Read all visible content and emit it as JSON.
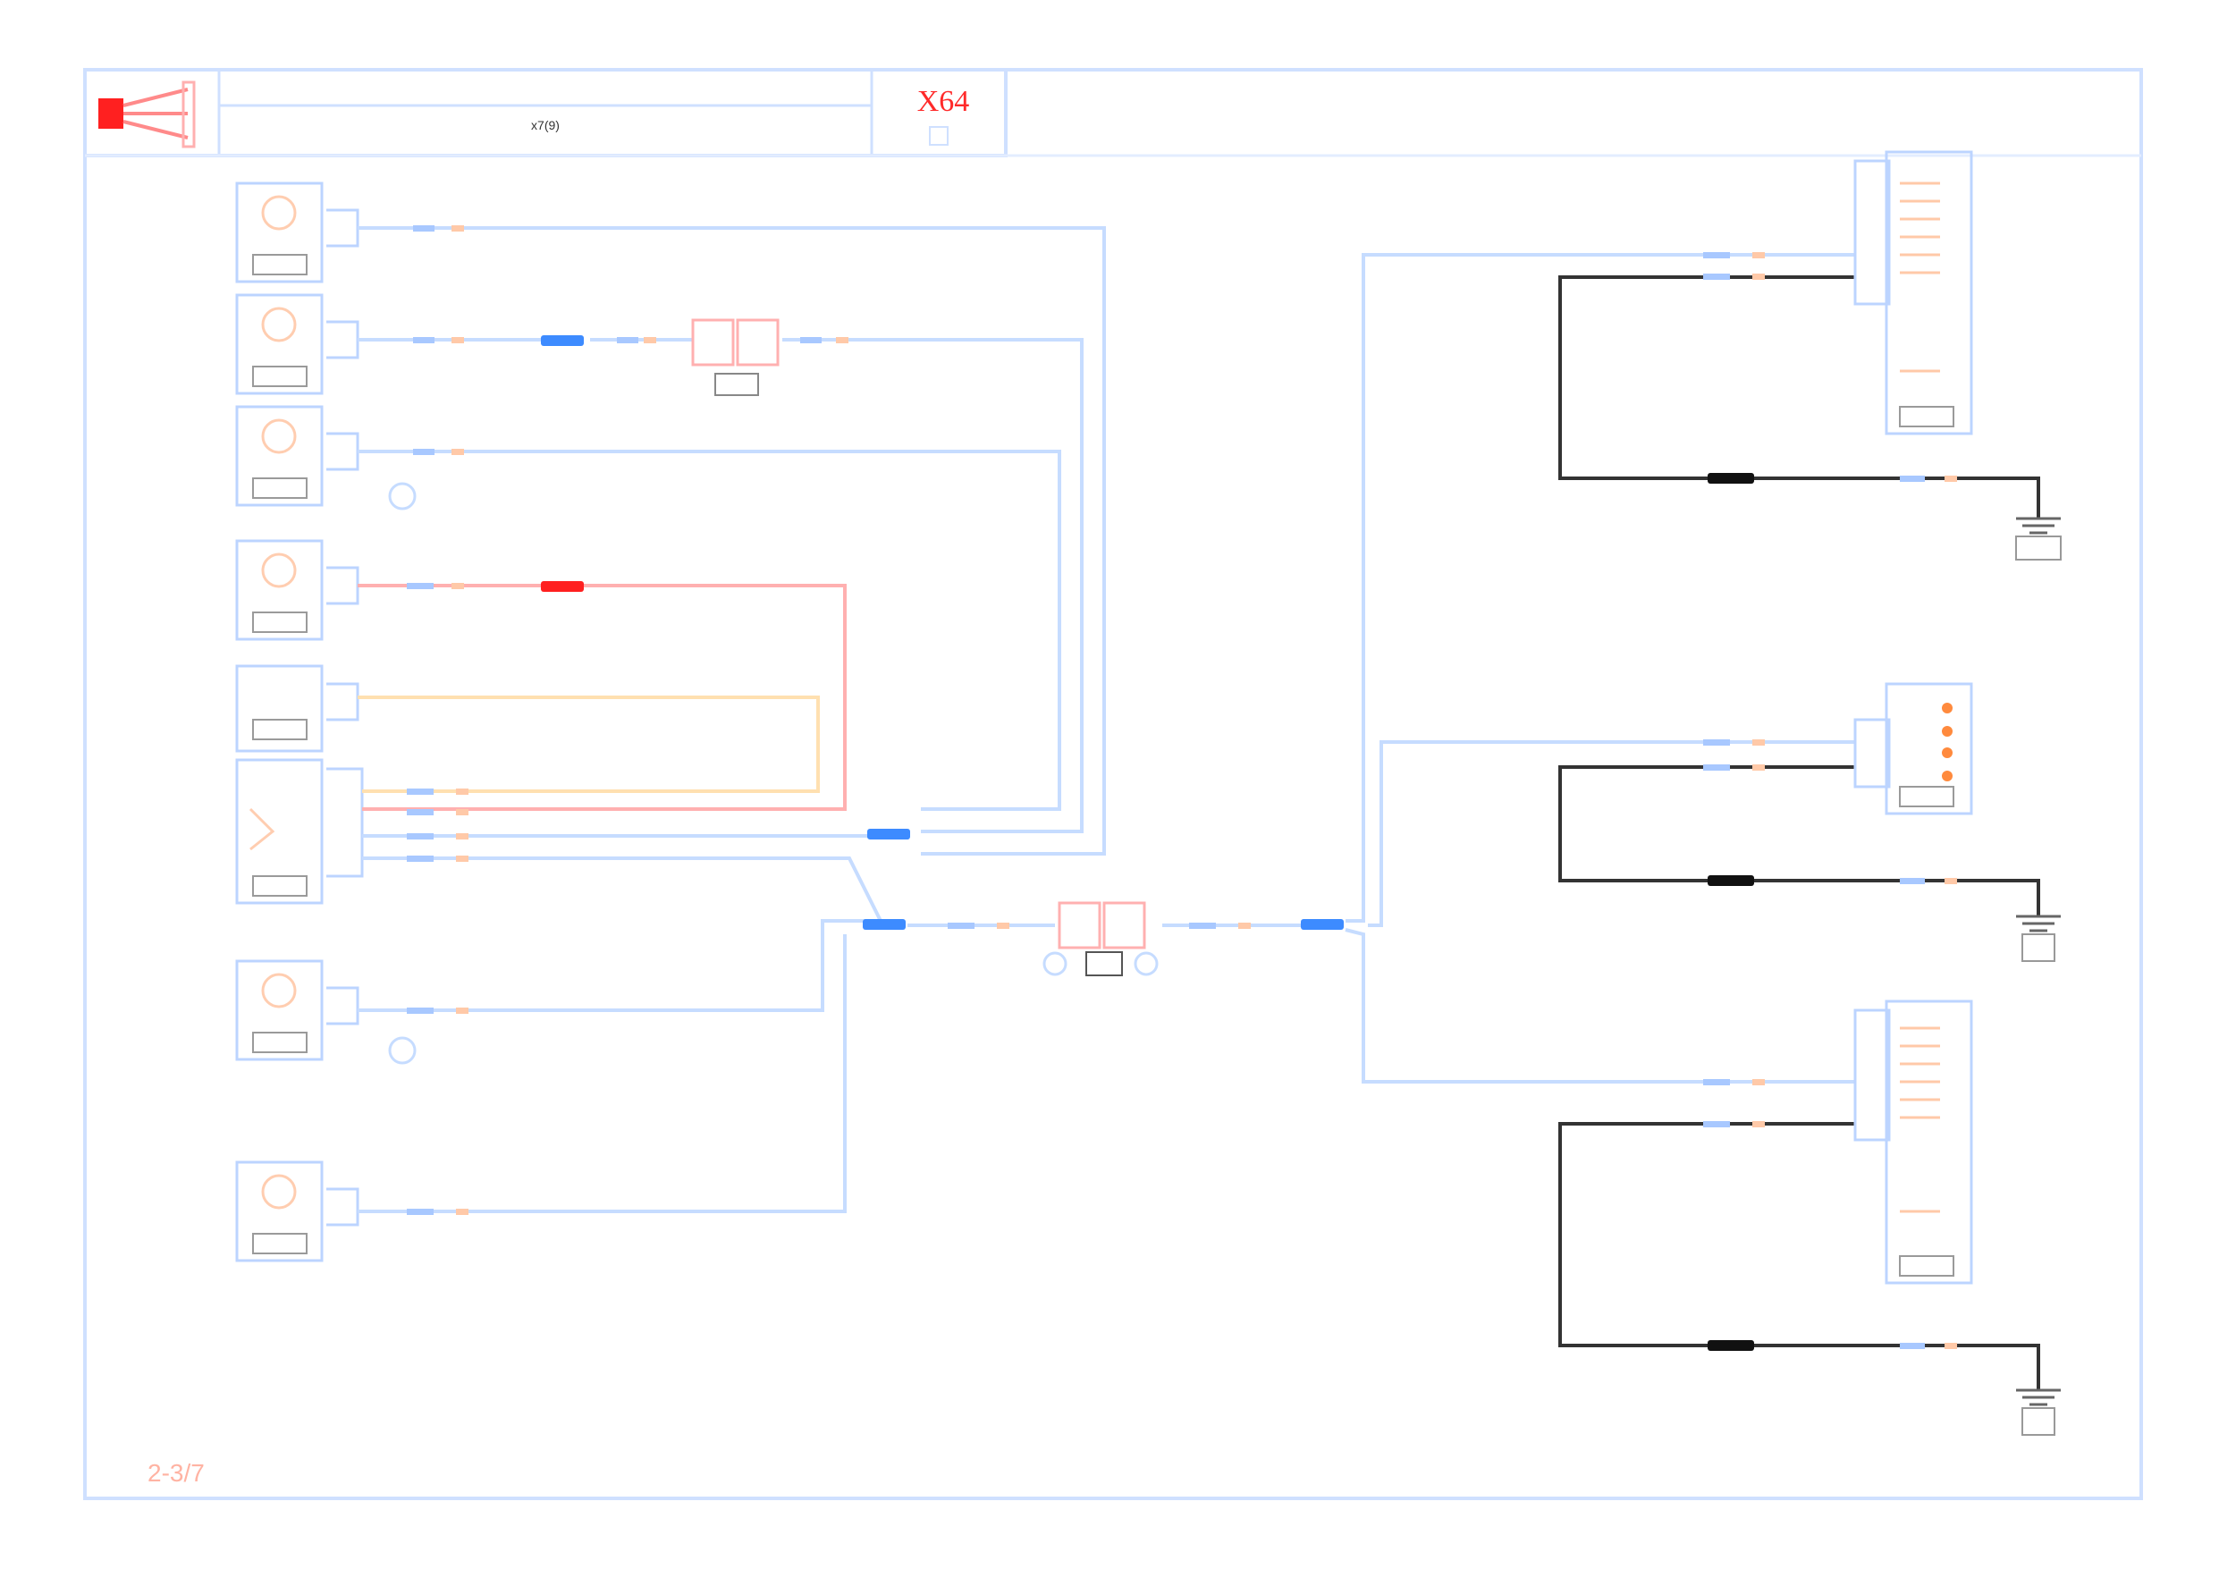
{
  "sheet": {
    "code": "X64",
    "header_caption": "x7(9)",
    "page_number": "2-3/7"
  },
  "colors": {
    "wire_blue": "#3d8bff",
    "wire_light_blue": "#bfd8ff",
    "wire_red": "#ff3b3b",
    "wire_orange": "#ffb06b",
    "wire_black": "#222222",
    "component_outline": "#bcd4ff",
    "connector_red": "#ff2020",
    "ground_gray": "#888888"
  }
}
